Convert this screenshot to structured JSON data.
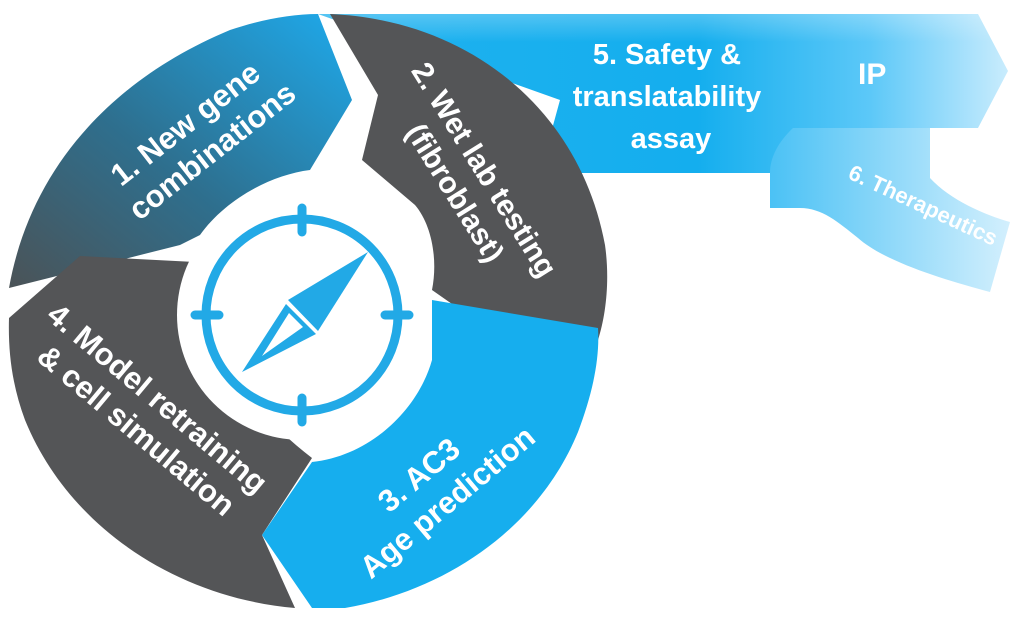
{
  "cycle": {
    "step1": {
      "line1": "1. New gene",
      "line2": "combinations"
    },
    "step2": {
      "line1": "2. Wet lab testing",
      "line2": "(fibroblast)"
    },
    "step3": {
      "line1": "3. AC3",
      "line2": "Age prediction"
    },
    "step4": {
      "line1": "4. Model retraining",
      "line2": "& cell simulation"
    }
  },
  "outputs": {
    "step5": {
      "line1": "5. Safety &",
      "line2": "translatability",
      "line3": "assay"
    },
    "ip": "IP",
    "step6": "6. Therapeutics"
  },
  "center_icon": "compass-icon",
  "colors": {
    "dark_segment": "#545557",
    "blue_segment": "#16aeee",
    "teal_dark": "#3f5866",
    "light_blue": "#86d6fb",
    "white": "#ffffff"
  }
}
